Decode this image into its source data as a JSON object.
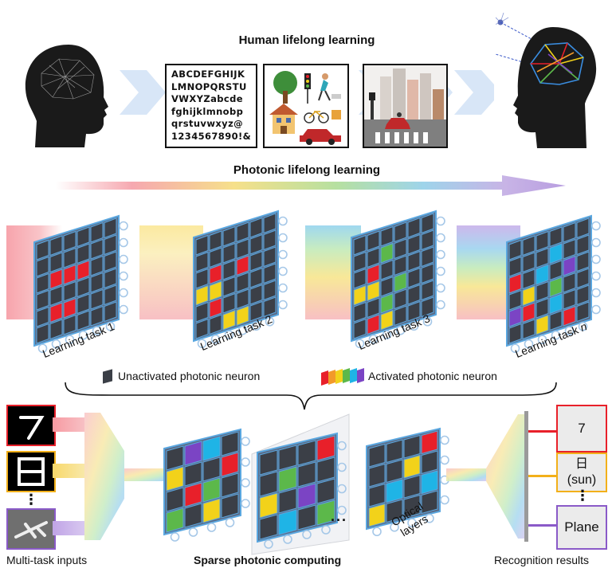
{
  "top": {
    "title": "Human lifelong learning",
    "alphabet_text": "ABCDEFGHIJK\nLMNOPQRSTU\nVWXYZabcde\nfghijklmnobp\nqrstuvwxyz@\n1234567890!&"
  },
  "middle": {
    "title": "Photonic lifelong learning",
    "tasks": [
      {
        "label_main": "Learning task 1",
        "label_italic": ""
      },
      {
        "label_main": "Learning task 2",
        "label_italic": ""
      },
      {
        "label_main": "Learning task 3",
        "label_italic": ""
      },
      {
        "label_main": "Learning task ",
        "label_italic": "n"
      }
    ]
  },
  "legend": {
    "unactivated": "Unactivated photonic neuron",
    "activated": "Activated photonic neuron"
  },
  "bottom": {
    "inputs_caption": "Multi-task inputs",
    "center_caption": "Sparse photonic computing",
    "optical_caption_line1": "Optical",
    "optical_caption_line2": "layers",
    "results_caption": "Recognition results",
    "result_1": "7",
    "result_2_line1": "日",
    "result_2_line2": "(sun)",
    "result_3": "Plane",
    "ellipsis_vertical": "⋮",
    "ellipsis_horizontal": "..."
  },
  "colors": {
    "red": "#e8202a",
    "yellow": "#f2d21a",
    "green": "#5cb84a",
    "cyan": "#1fb4e6",
    "purple": "#7b44c4",
    "cell_dark": "#3b3f47",
    "grid_blue": "#5aa7e0"
  }
}
